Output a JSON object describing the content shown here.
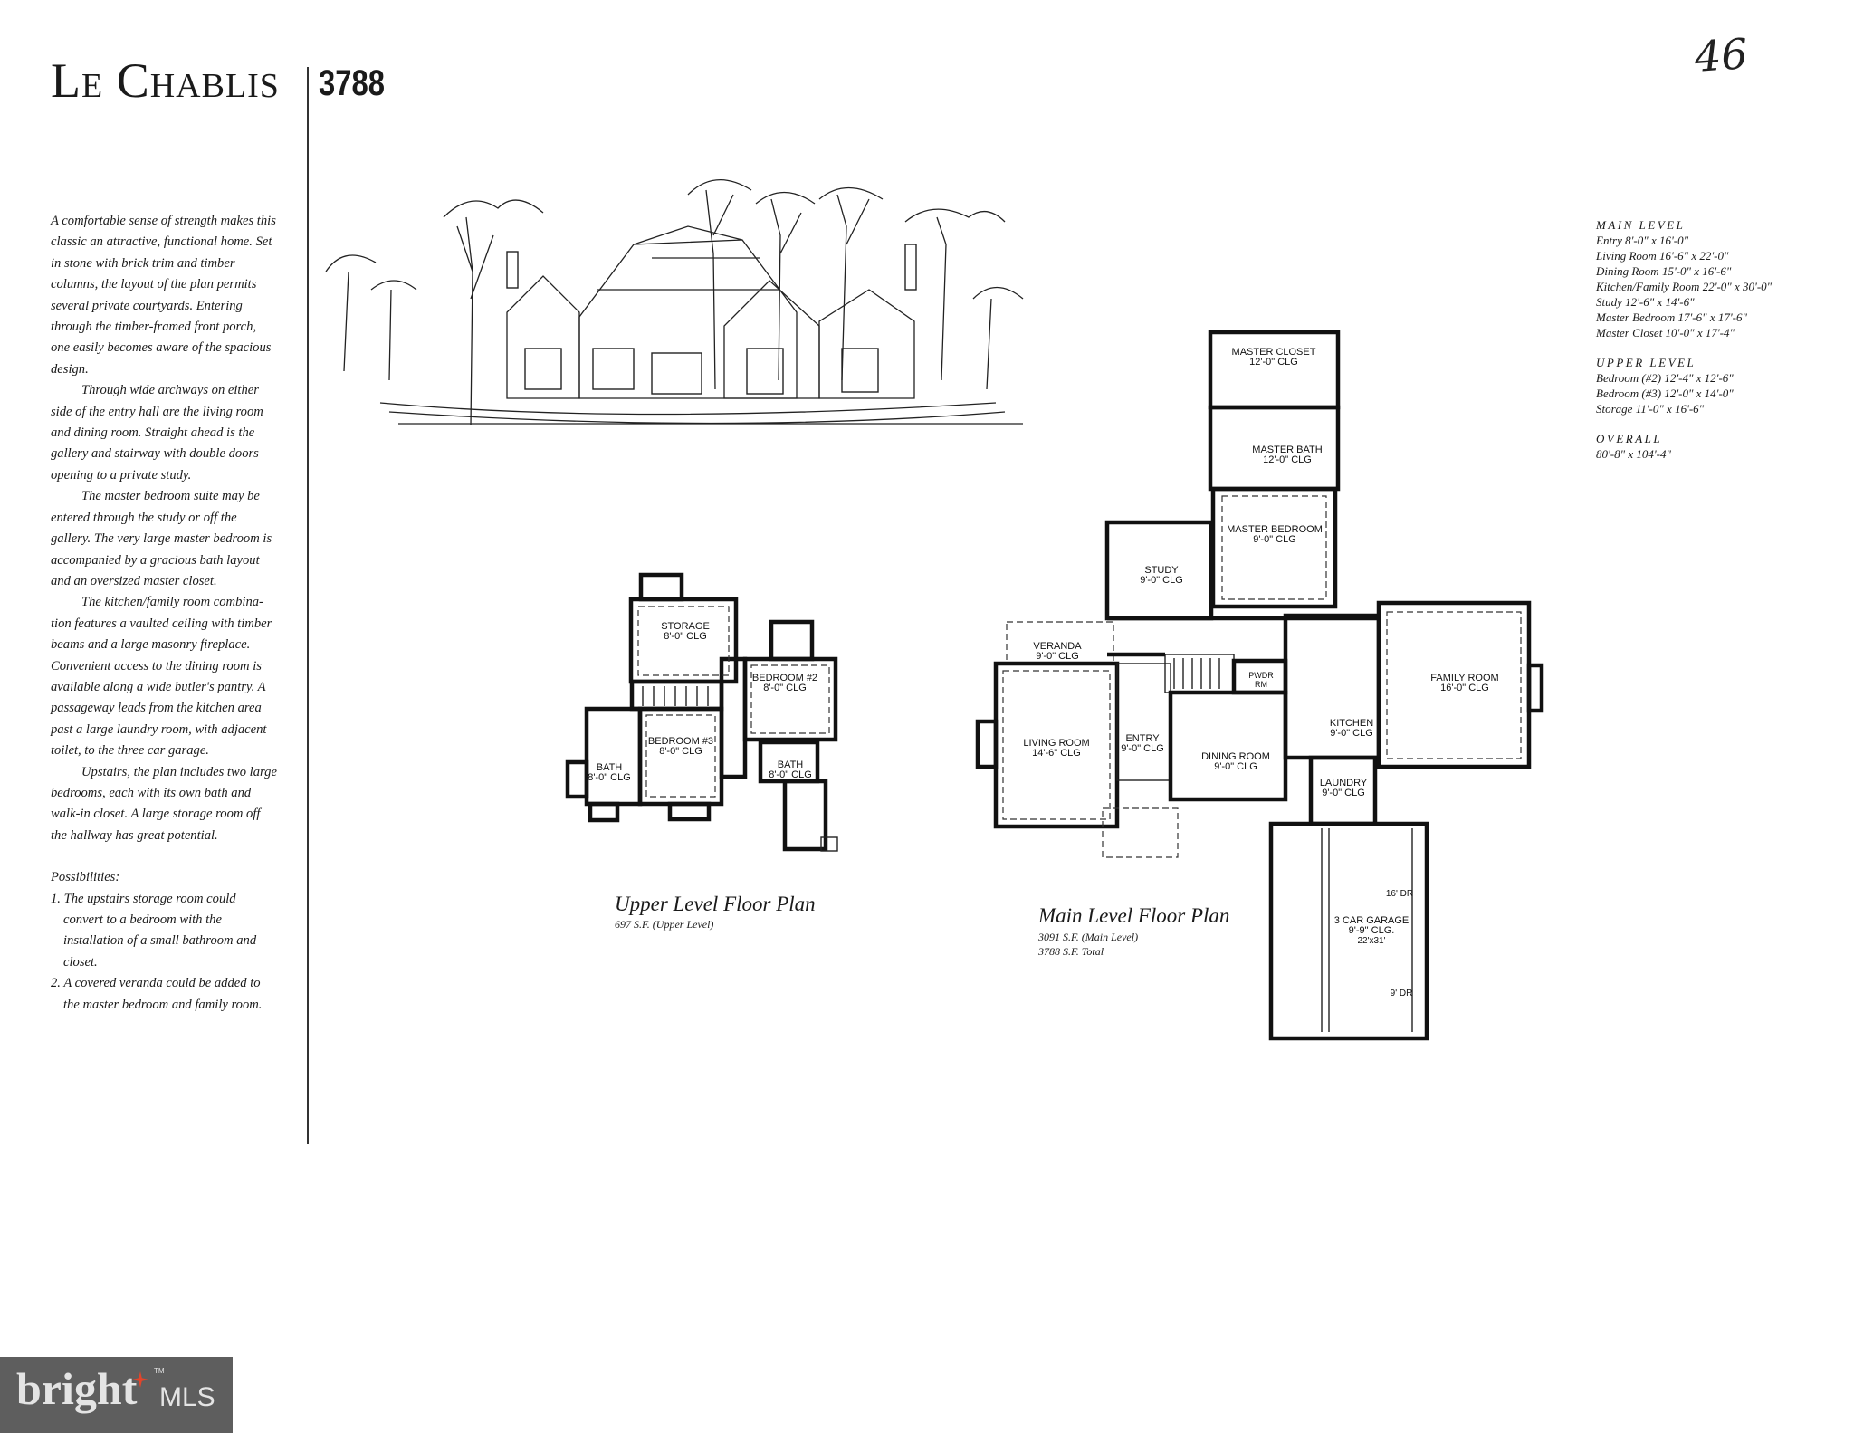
{
  "header": {
    "title": "Le Chablis",
    "plan_number": "3788",
    "handwritten_note": "46"
  },
  "description": {
    "paragraphs": [
      [
        "A comfortable sense of strength makes this",
        "classic an attractive, functional home. Set",
        "in stone with brick trim and timber",
        "columns, the layout of the plan permits",
        "several private courtyards. Entering",
        "through the timber-framed front porch,",
        "one easily becomes aware of the spacious",
        "design."
      ],
      [
        "Through wide archways on either",
        "side of the entry hall are the living room",
        "and dining room. Straight ahead is the",
        "gallery and stairway with double doors",
        "opening to a private study."
      ],
      [
        "The master bedroom suite may be",
        "entered through the study or off the",
        "gallery. The very large master bedroom is",
        "accompanied by a gracious bath layout",
        "and an oversized master closet."
      ],
      [
        "The kitchen/family room combina-",
        "tion features a vaulted ceiling with timber",
        "beams and a large masonry fireplace.",
        "Convenient access to the dining room is",
        "available along a wide butler's pantry. A",
        "passageway leads from the kitchen area",
        "past a large laundry room, with adjacent",
        "toilet, to the three car garage."
      ],
      [
        "Upstairs, the plan includes two large",
        "bedrooms, each with its own bath and",
        "walk-in closet. A large storage room off",
        "the hallway has great potential."
      ]
    ],
    "possibilities_heading": "Possibilities:",
    "possibilities": [
      [
        "1. The upstairs storage room could",
        "convert to a bedroom with the",
        "installation of a small bathroom and",
        "closet."
      ],
      [
        "2. A covered veranda could be added to",
        "the master bedroom and family room."
      ]
    ]
  },
  "specs": {
    "main_heading": "MAIN LEVEL",
    "main": [
      "Entry 8'-0\" x 16'-0\"",
      "Living Room 16'-6\" x 22'-0\"",
      "Dining Room 15'-0\" x 16'-6\"",
      "Kitchen/Family Room 22'-0\" x 30'-0\"",
      "Study 12'-6\" x 14'-6\"",
      "Master Bedroom 17'-6\" x 17'-6\"",
      "Master Closet 10'-0\" x 17'-4\""
    ],
    "upper_heading": "UPPER LEVEL",
    "upper": [
      "Bedroom (#2) 12'-4\" x 12'-6\"",
      "Bedroom (#3) 12'-0\" x 14'-0\"",
      "Storage 11'-0\" x 16'-6\""
    ],
    "overall_heading": "OVERALL",
    "overall": "80'-8\" x 104'-4\""
  },
  "upper_plan": {
    "title": "Upper Level Floor Plan",
    "area": "697 S.F. (Upper Level)",
    "rooms": {
      "storage": {
        "name": "STORAGE",
        "clg": "8'-0\" CLG"
      },
      "bedroom2": {
        "name": "BEDROOM #2",
        "clg": "8'-0\" CLG"
      },
      "bedroom3": {
        "name": "BEDROOM #3",
        "clg": "8'-0\" CLG"
      },
      "bath_left": {
        "name": "BATH",
        "clg": "8'-0\" CLG"
      },
      "bath_right": {
        "name": "BATH",
        "clg": "8'-0\" CLG"
      }
    }
  },
  "main_plan": {
    "title": "Main Level Floor Plan",
    "area_main": "3091 S.F. (Main Level)",
    "area_total": "3788 S.F. Total",
    "rooms": {
      "master_closet": {
        "name": "MASTER CLOSET",
        "clg": "12'-0\" CLG"
      },
      "master_bath": {
        "name": "MASTER BATH",
        "clg": "12'-0\" CLG"
      },
      "master_bedroom": {
        "name": "MASTER BEDROOM",
        "clg": "9'-0\" CLG"
      },
      "study": {
        "name": "STUDY",
        "clg": "9'-0\" CLG"
      },
      "veranda": {
        "name": "VERANDA",
        "clg": "9'-0\" CLG"
      },
      "living_room": {
        "name": "LIVING ROOM",
        "clg": "14'-6\" CLG"
      },
      "entry": {
        "name": "ENTRY",
        "clg": "9'-0\" CLG"
      },
      "dining_room": {
        "name": "DINING ROOM",
        "clg": "9'-0\" CLG"
      },
      "powder_room": {
        "name": "PWDR",
        "clg": "RM"
      },
      "kitchen": {
        "name": "KITCHEN",
        "clg": "9'-0\" CLG"
      },
      "laundry": {
        "name": "LAUNDRY",
        "clg": "9'-0\" CLG"
      },
      "family_room": {
        "name": "FAMILY ROOM",
        "clg": "16'-0\" CLG"
      },
      "garage": {
        "name": "3 CAR GARAGE",
        "clg": "9'-9\" CLG.",
        "size": "22'x31'"
      }
    },
    "door_labels": {
      "big_door": "16' DR",
      "small_door": "9' DR"
    }
  },
  "logo": {
    "brand": "bright",
    "suffix": "MLS",
    "trademark": "TM",
    "colors": {
      "background": "#5e5e5e",
      "star": "#e2452b"
    }
  }
}
